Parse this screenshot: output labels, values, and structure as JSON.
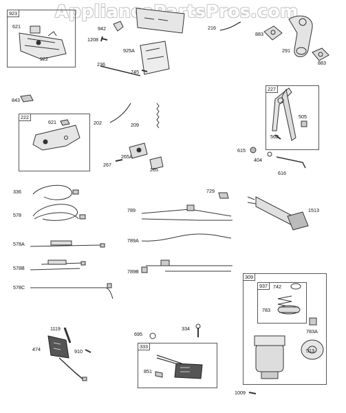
{
  "watermark": "AppliancePartsPros.com",
  "assembly_boxes": [
    {
      "id": "923",
      "label": "923"
    },
    {
      "id": "222",
      "label": "222"
    },
    {
      "id": "227",
      "label": "227"
    },
    {
      "id": "309",
      "label": "309"
    },
    {
      "id": "937",
      "label": "937"
    },
    {
      "id": "333",
      "label": "333"
    }
  ],
  "part_labels": [
    "621",
    "922",
    "942",
    "1208",
    "925A",
    "236",
    "745",
    "216",
    "883",
    "291",
    "883",
    "843",
    "621",
    "202",
    "209",
    "505",
    "562",
    "265A",
    "267",
    "265",
    "615",
    "404",
    "616",
    "336",
    "578",
    "578A",
    "578B",
    "578C",
    "729",
    "789",
    "789A",
    "789B",
    "1513",
    "742",
    "783",
    "783A",
    "513",
    "1119",
    "474",
    "910",
    "695",
    "334",
    "851",
    "1009"
  ]
}
